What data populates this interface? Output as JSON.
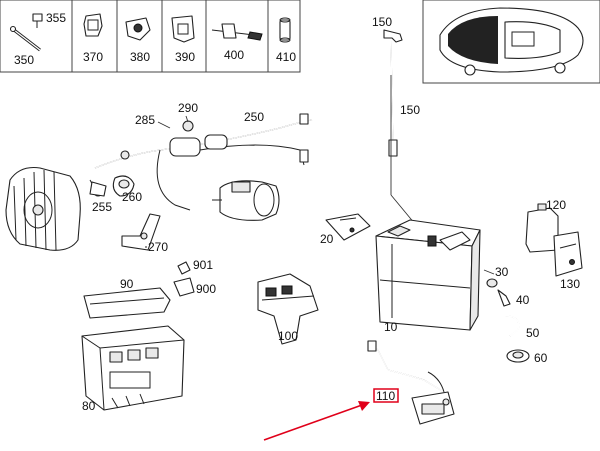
{
  "accent_color": "#e0001a",
  "highlighted_part": "110",
  "top_strip": {
    "cells": [
      {
        "numbers": [
          "355",
          "350"
        ],
        "icon": "ground-strap-icon"
      },
      {
        "numbers": [
          "370"
        ],
        "icon": "clip-icon"
      },
      {
        "numbers": [
          "380"
        ],
        "icon": "bracket-clip-icon"
      },
      {
        "numbers": [
          "390"
        ],
        "icon": "holder-clip-icon"
      },
      {
        "numbers": [
          "400"
        ],
        "icon": "wire-clip-icon"
      },
      {
        "numbers": [
          "410"
        ],
        "icon": "grommet-icon"
      }
    ]
  },
  "callouts": {
    "n10": "10",
    "n20": "20",
    "n30": "30",
    "n40": "40",
    "n50": "50",
    "n60": "60",
    "n80": "80",
    "n90": "90",
    "n100": "100",
    "n110": "110",
    "n120": "120",
    "n130": "130",
    "n150": "150",
    "n250": "250",
    "n255": "255",
    "n260": "260",
    "n270": "270",
    "n285": "285",
    "n290": "290",
    "n900": "900",
    "n901": "901"
  },
  "locator_view": {
    "icon": "vehicle-locator-icon"
  }
}
